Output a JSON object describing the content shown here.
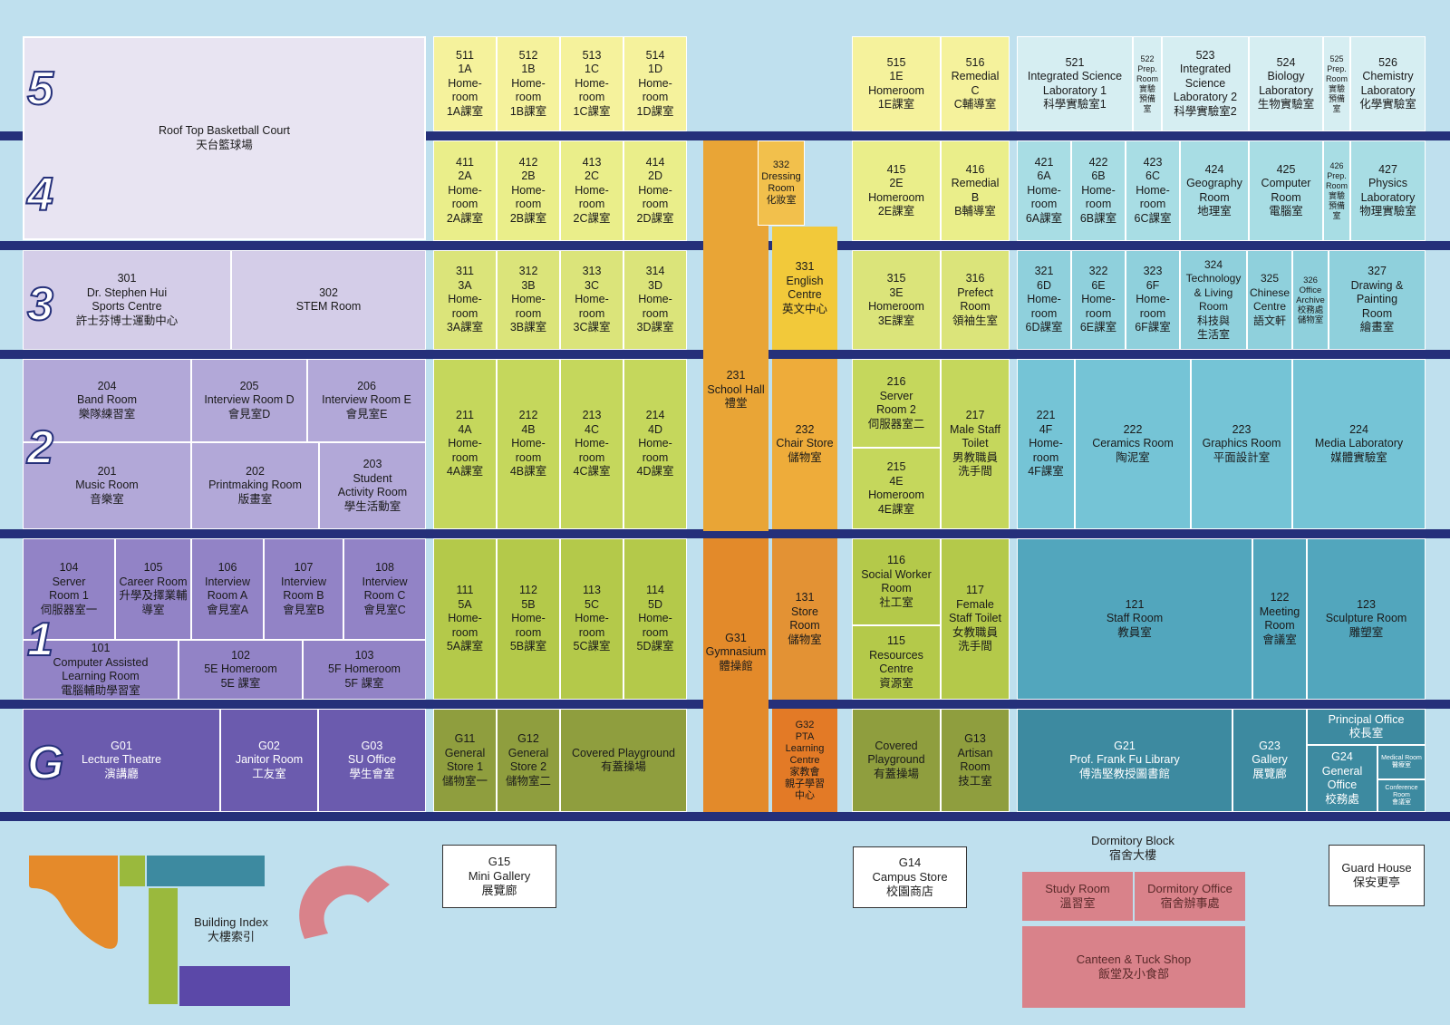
{
  "floors": [
    "5",
    "4",
    "3",
    "2",
    "1",
    "G"
  ],
  "rooms": {
    "r_roof": "Roof Top Basketball Court\n天台籃球場",
    "r511": "511\n1A\nHome-\nroom\n1A課室",
    "r512": "512\n1B\nHome-\nroom\n1B課室",
    "r513": "513\n1C\nHome-\nroom\n1C課室",
    "r514": "514\n1D\nHome-\nroom\n1D課室",
    "r515": "515\n1E\nHomeroom\n1E課室",
    "r516": "516\nRemedial\nC\nC輔導室",
    "r521": "521\nIntegrated Science\nLaboratory 1\n科學實驗室1",
    "r522": "522\nPrep.\nRoom\n實驗\n預備\n室",
    "r523": "523\nIntegrated\nScience\nLaboratory 2\n科學實驗室2",
    "r524": "524\nBiology\nLaboratory\n生物實驗室",
    "r525": "525\nPrep.\nRoom\n實驗\n預備\n室",
    "r526": "526\nChemistry\nLaboratory\n化學實驗室",
    "r411": "411\n2A\nHome-\nroom\n2A課室",
    "r412": "412\n2B\nHome-\nroom\n2B課室",
    "r413": "413\n2C\nHome-\nroom\n2C課室",
    "r414": "414\n2D\nHome-\nroom\n2D課室",
    "r332": "332\nDressing\nRoom\n化妝室",
    "r415": "415\n2E\nHomeroom\n2E課室",
    "r416": "416\nRemedial\nB\nB輔導室",
    "r421": "421\n6A\nHome-\nroom\n6A課室",
    "r422": "422\n6B\nHome-\nroom\n6B課室",
    "r423": "423\n6C\nHome-\nroom\n6C課室",
    "r424": "424\nGeography\nRoom\n地理室",
    "r425": "425\nComputer\nRoom\n電腦室",
    "r426": "426\nPrep.\nRoom\n實驗\n預備\n室",
    "r427": "427\nPhysics\nLaboratory\n物理實驗室",
    "r301": "301\nDr. Stephen Hui\nSports Centre\n許士芬博士運動中心",
    "r302": "302\nSTEM Room",
    "r311": "311\n3A\nHome-\nroom\n3A課室",
    "r312": "312\n3B\nHome-\nroom\n3B課室",
    "r313": "313\n3C\nHome-\nroom\n3C課室",
    "r314": "314\n3D\nHome-\nroom\n3D課室",
    "r231": "231\nSchool Hall\n禮堂",
    "r331": "331\nEnglish\nCentre\n英文中心",
    "r315": "315\n3E\nHomeroom\n3E課室",
    "r316": "316\nPrefect\nRoom\n領袖生室",
    "r321": "321\n6D\nHome-\nroom\n6D課室",
    "r322": "322\n6E\nHome-\nroom\n6E課室",
    "r323": "323\n6F\nHome-\nroom\n6F課室",
    "r324": "324\nTechnology\n& Living\nRoom\n科技與\n生活室",
    "r325": "325\nChinese\nCentre\n語文軒",
    "r326": "326\nOffice\nArchive\n校務處\n儲物室",
    "r327": "327\nDrawing &\nPainting\nRoom\n繪畫室",
    "r204": "204\nBand Room\n樂隊練習室",
    "r205": "205\nInterview Room D\n會見室D",
    "r206": "206\nInterview Room E\n會見室E",
    "r201": "201\nMusic Room\n音樂室",
    "r202": "202\nPrintmaking Room\n版畫室",
    "r203": "203\nStudent\nActivity Room\n學生活動室",
    "r211": "211\n4A\nHome-\nroom\n4A課室",
    "r212": "212\n4B\nHome-\nroom\n4B課室",
    "r213": "213\n4C\nHome-\nroom\n4C課室",
    "r214": "214\n4D\nHome-\nroom\n4D課室",
    "r232": "232\nChair Store\n儲物室",
    "r216": "216\nServer\nRoom 2\n伺服器室二",
    "r215": "215\n4E\nHomeroom\n4E課室",
    "r217": "217\nMale Staff\nToilet\n男教職員\n洗手間",
    "r221": "221\n4F\nHome-\nroom\n4F課室",
    "r222": "222\nCeramics Room\n陶泥室",
    "r223": "223\nGraphics Room\n平面設計室",
    "r224": "224\nMedia Laboratory\n媒體實驗室",
    "r104": "104\nServer\nRoom 1\n伺服器室一",
    "r105": "105\nCareer Room\n升學及擇業輔\n導室",
    "r106": "106\nInterview\nRoom A\n會見室A",
    "r107": "107\nInterview\nRoom B\n會見室B",
    "r108": "108\nInterview\nRoom C\n會見室C",
    "r101": "101\nComputer Assisted\nLearning Room\n電腦輔助學習室",
    "r102": "102\n5E Homeroom\n5E 課室",
    "r103": "103\n5F Homeroom\n5F 課室",
    "r111": "111\n5A\nHome-\nroom\n5A課室",
    "r112": "112\n5B\nHome-\nroom\n5B課室",
    "r113": "113\n5C\nHome-\nroom\n5C課室",
    "r114": "114\n5D\nHome-\nroom\n5D課室",
    "rG31": "G31\nGymnasium\n體操館",
    "r131": "131\nStore\nRoom\n儲物室",
    "r116": "116\nSocial Worker\nRoom\n社工室",
    "r115": "115\nResources\nCentre\n資源室",
    "r117": "117\nFemale\nStaff Toilet\n女教職員\n洗手間",
    "r121": "121\nStaff Room\n教員室",
    "r122": "122\nMeeting\nRoom\n會議室",
    "r123": "123\nSculpture Room\n雕塑室",
    "rG01": "G01\nLecture Theatre\n演講廳",
    "rG02": "G02\nJanitor Room\n工友室",
    "rG03": "G03\nSU Office\n學生會室",
    "rG11": "G11\nGeneral\nStore 1\n儲物室一",
    "rG12": "G12\nGeneral\nStore 2\n儲物室二",
    "rCP1": "Covered Playground\n有蓋操場",
    "rG32": "G32\nPTA\nLearning\nCentre\n家教會\n親子學習\n中心",
    "rCP2": "Covered\nPlayground\n有蓋操場",
    "rG13": "G13\nArtisan\nRoom\n技工室",
    "rG21": "G21\nProf. Frank Fu Library\n傅浩堅教授圖書館",
    "rG23": "G23\nGallery\n展覽廊",
    "rPO": "Principal Office\n校長室",
    "rG24": "G24\nGeneral\nOffice\n校務處",
    "rMed": "Medical Room\n醫療室",
    "rConf": "Conference\nRoom\n會議室"
  },
  "outside": {
    "g15": "G15\nMini Gallery\n展覽廊",
    "g14": "G14\nCampus Store\n校園商店",
    "guard": "Guard House\n保安更亭",
    "dorm_title": "Dormitory Block\n宿舍大樓",
    "study": "Study Room\n溫習室",
    "dorm_office": "Dormitory Office\n宿舍辦事處",
    "canteen": "Canteen & Tuck Shop\n飯堂及小食部",
    "index": "Building Index\n大樓索引"
  },
  "colors": {
    "band": "#25307a",
    "background": "#bfe0ee",
    "purple_light": "#e8e4f2",
    "purple": "#7565b0",
    "yellow": "#f3f19a",
    "green": "#9ab93d",
    "orange": "#e58a2a",
    "amber": "#f0b43a",
    "cyan_light": "#d4eef2",
    "teal": "#3d8aa0",
    "pink": "#d9828a"
  }
}
